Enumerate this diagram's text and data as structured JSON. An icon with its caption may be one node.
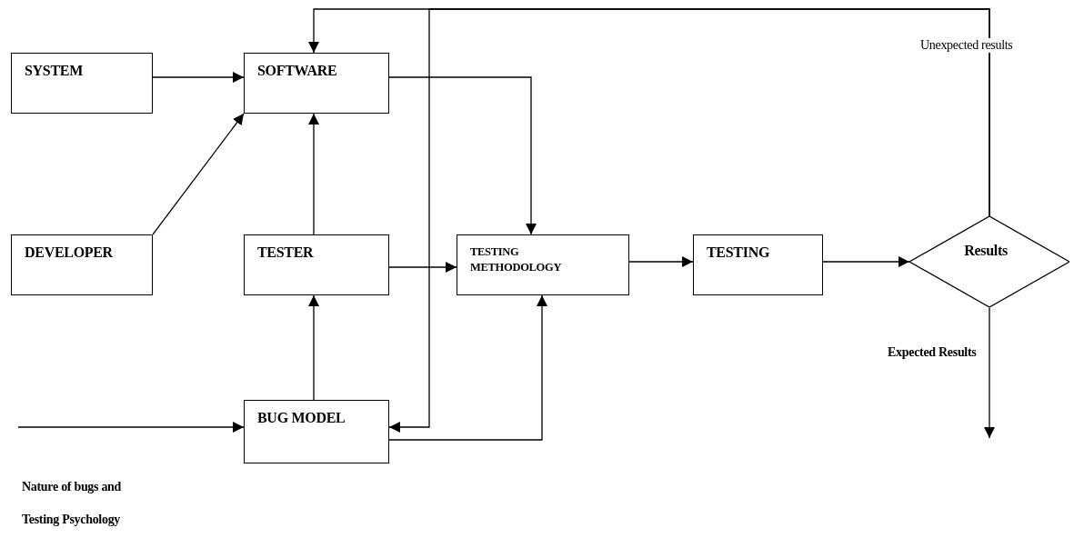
{
  "diagram": {
    "nodes": [
      {
        "text": [
          "SYSTEM"
        ]
      },
      {
        "text": [
          "SOFTWARE"
        ]
      },
      {
        "text": [
          "DEVELOPER"
        ]
      },
      {
        "text": [
          "TESTER"
        ]
      },
      {
        "text": [
          "TESTING METHODOLOGY"
        ]
      },
      {
        "text": [
          "TESTING"
        ]
      },
      {
        "text": [
          "Results"
        ]
      },
      {
        "text": [
          "BUG MODEL"
        ]
      }
    ],
    "edges": [
      {
        "from": 0,
        "to": 1,
        "arrow": "to"
      },
      {
        "from": 2,
        "to": 1,
        "arrow": "to"
      },
      {
        "from": 3,
        "to": 1,
        "arrow": "to"
      },
      {
        "from": 1,
        "to": 4,
        "arrow": "to"
      },
      {
        "from": 3,
        "to": 4,
        "arrow": "to"
      },
      {
        "from": 7,
        "to": 3,
        "arrow": "to"
      },
      {
        "from": 7,
        "to": 4,
        "arrow": "to"
      },
      {
        "from": 4,
        "to": 5,
        "arrow": "to"
      },
      {
        "from": 5,
        "to": 6,
        "arrow": "to"
      },
      {
        "from": 6,
        "to": 1,
        "arrow": "to",
        "label": "Unexpected results"
      },
      {
        "from": 6,
        "to": 7,
        "arrow": "to"
      },
      {
        "from": null,
        "to": 7,
        "arrow": "to",
        "label": "Nature of bugs and Testing Psychology"
      },
      {
        "from": 6,
        "to": null,
        "arrow": "to",
        "label": "Expected Results"
      }
    ]
  }
}
